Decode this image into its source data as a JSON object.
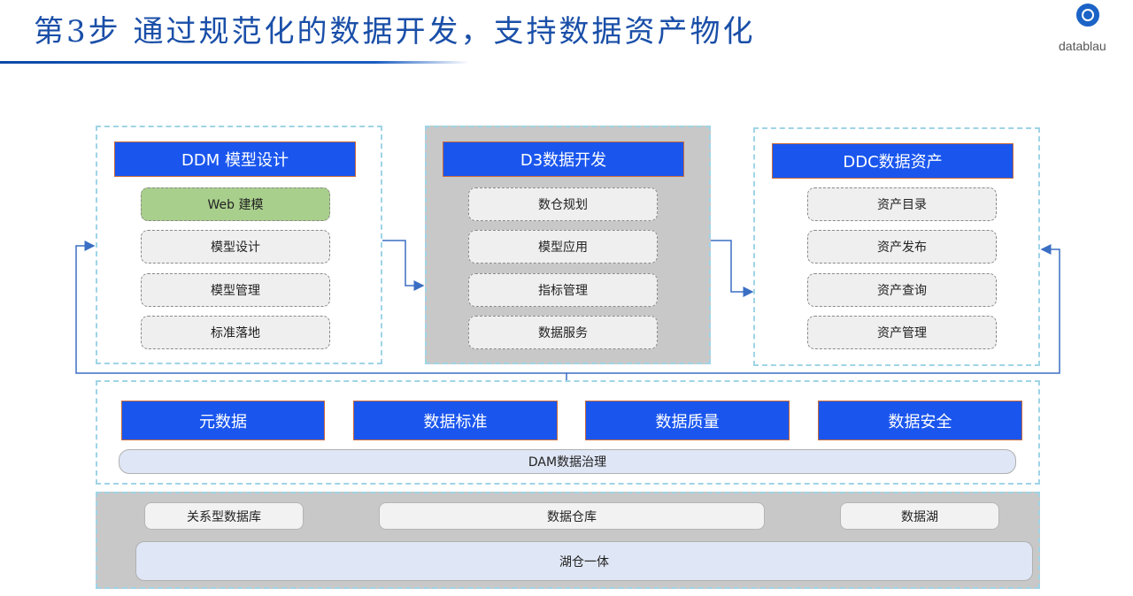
{
  "header": {
    "title": "第3步  通过规范化的数据开发，支持数据资产物化",
    "logo_text": "datablau"
  },
  "ddm": {
    "title": "DDM 模型设计",
    "items": [
      "Web 建模",
      "模型设计",
      "模型管理",
      "标准落地"
    ]
  },
  "d3": {
    "title": "D3数据开发",
    "items": [
      "数仓规划",
      "模型应用",
      "指标管理",
      "数据服务"
    ]
  },
  "ddc": {
    "title": "DDC数据资产",
    "items": [
      "资产目录",
      "资产发布",
      "资产查询",
      "资产管理"
    ]
  },
  "dam": {
    "modules": [
      "元数据",
      "数据标准",
      "数据质量",
      "数据安全"
    ],
    "label": "DAM数据治理"
  },
  "storage": {
    "items": [
      "关系型数据库",
      "数据仓库",
      "数据湖"
    ],
    "base": "湖仓一体"
  },
  "colors": {
    "title_blue": "#1a4fa8",
    "header_blue": "#1a56ee",
    "web_green": "#a9cf8c",
    "dashed_border": "#9fd4e6",
    "connector": "#3b6fc4"
  }
}
